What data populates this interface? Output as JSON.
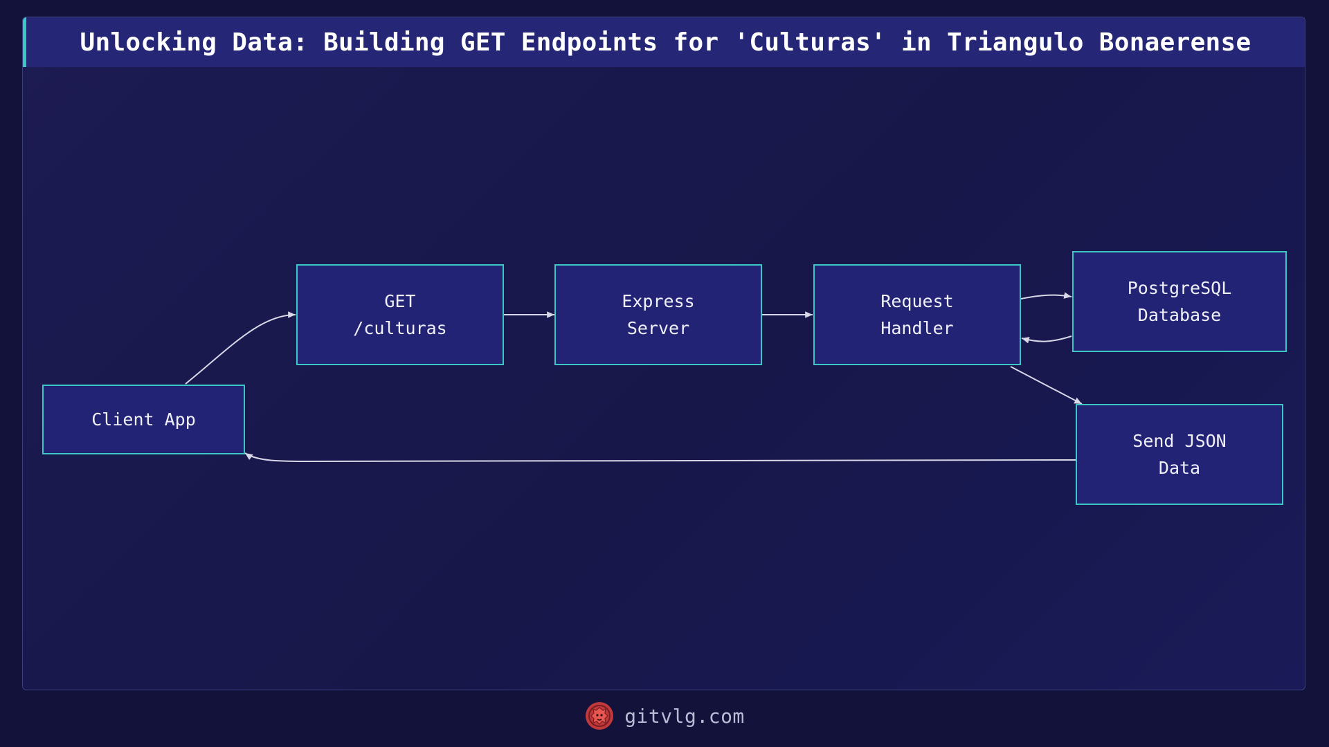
{
  "title": "Unlocking Data: Building GET Endpoints for 'Culturas' in Triangulo Bonaerense",
  "diagram": {
    "nodes": {
      "client_app": "Client App",
      "get_culturas": "GET\n/culturas",
      "express_server": "Express\nServer",
      "request_handler": "Request\nHandler",
      "postgresql_database": "PostgreSQL\nDatabase",
      "send_json_data": "Send JSON\nData"
    },
    "edges": [
      {
        "from": "Client App",
        "to": "GET /culturas"
      },
      {
        "from": "GET /culturas",
        "to": "Express Server"
      },
      {
        "from": "Express Server",
        "to": "Request Handler"
      },
      {
        "from": "Request Handler",
        "to": "PostgreSQL Database"
      },
      {
        "from": "PostgreSQL Database",
        "to": "Request Handler"
      },
      {
        "from": "Request Handler",
        "to": "Send JSON Data"
      },
      {
        "from": "Send JSON Data",
        "to": "Client App"
      }
    ]
  },
  "footer": {
    "logo_icon": "lion-head-logo",
    "text": "gitvlg.com"
  },
  "colors": {
    "background": "#12123a",
    "node_fill": "#232376",
    "node_border": "#3cc6c4",
    "title_bar": "#262677",
    "accent": "#3cc6c4",
    "edge": "#d8d8e8",
    "logo": "#c0393b"
  }
}
